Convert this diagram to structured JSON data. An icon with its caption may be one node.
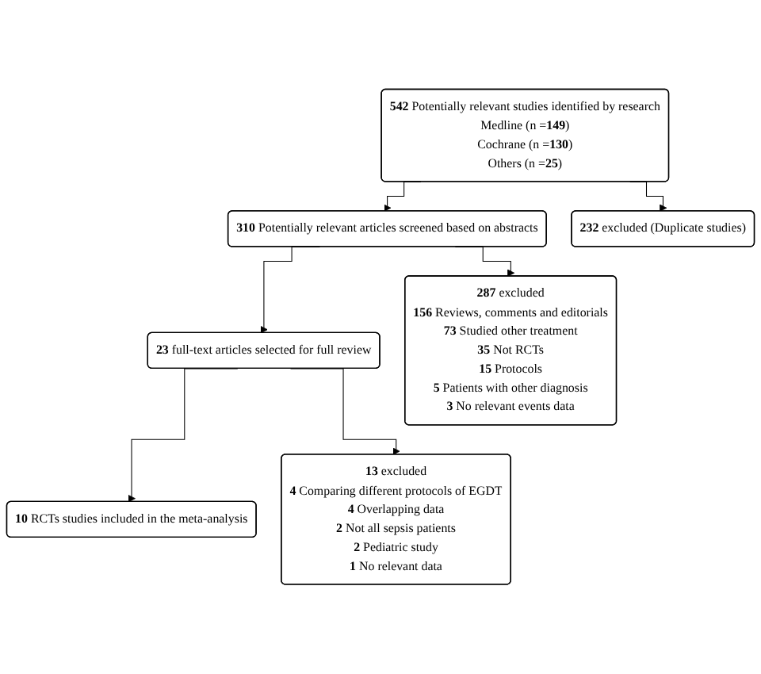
{
  "diagram": {
    "nodes": [
      {
        "text": [
          "**542** Potentially relevant studies identified by research",
          "Medline (n =**149**)",
          "Cochrane (n =**130**)",
          "Others (n =**25**)"
        ]
      },
      {
        "text": [
          "**232** excluded (Duplicate studies)"
        ]
      },
      {
        "text": [
          "**310** Potentially relevant articles screened based on abstracts"
        ]
      },
      {
        "text": [
          "**287** excluded",
          "**156** Reviews, comments and editorials",
          "**73** Studied other treatment",
          "**35** Not RCTs",
          "**15** Protocols",
          "**5** Patients with other diagnosis",
          "**3** No relevant events data"
        ]
      },
      {
        "text": [
          "**23** full-text articles selected for full review"
        ]
      },
      {
        "text": [
          "**13** excluded",
          "**4** Comparing different protocols of EGDT",
          "**4** Overlapping data",
          "**2** Not all sepsis patients",
          "**2** Pediatric study",
          "**1** No relevant data"
        ]
      },
      {
        "text": [
          "**10** RCTs studies included in the meta-analysis"
        ]
      }
    ],
    "edges": [
      {
        "from": 0,
        "to": 2,
        "arrow": "to"
      },
      {
        "from": 0,
        "to": 1,
        "arrow": "to"
      },
      {
        "from": 2,
        "to": 4,
        "arrow": "to"
      },
      {
        "from": 2,
        "to": 3,
        "arrow": "to"
      },
      {
        "from": 4,
        "to": 6,
        "arrow": "to"
      },
      {
        "from": 4,
        "to": 5,
        "arrow": "to"
      }
    ]
  }
}
